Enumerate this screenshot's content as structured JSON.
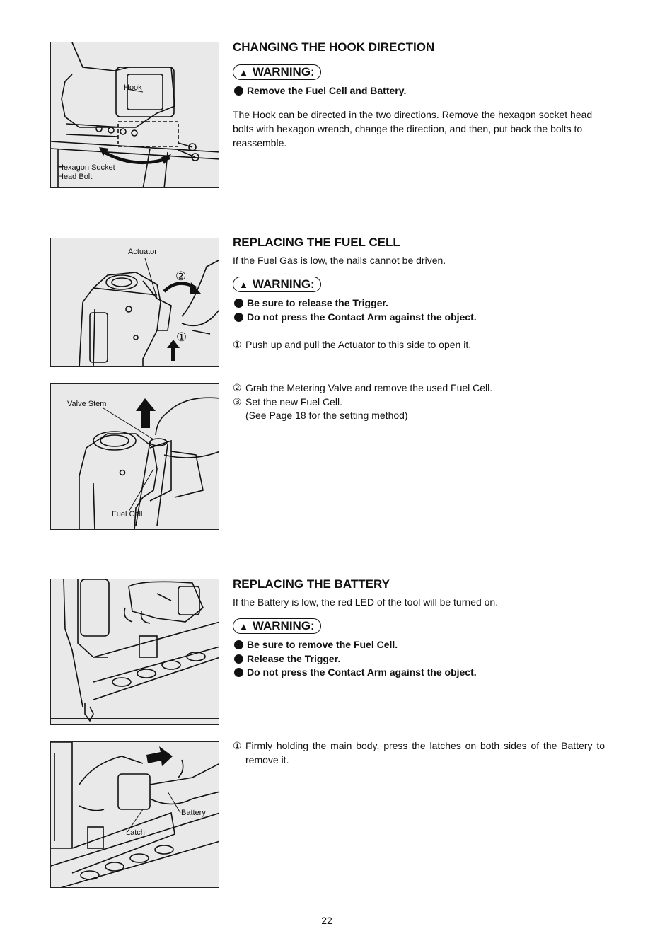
{
  "hook": {
    "title": "CHANGING THE HOOK DIRECTION",
    "warning_label": "WARNING:",
    "bullets": [
      "Remove the Fuel Cell and Battery."
    ],
    "body": "The Hook can be directed in the two directions. Remove the hexagon socket head bolts with hexagon wrench, change the direction, and then, put back the bolts to reassemble.",
    "figure": {
      "callouts": [
        "Hook",
        "Hexagon Socket",
        "Head Bolt"
      ]
    }
  },
  "fuel": {
    "title": "REPLACING THE FUEL CELL",
    "intro": "If the Fuel Gas is low, the nails cannot be driven.",
    "warning_label": "WARNING:",
    "bullets": [
      "Be sure to release the Trigger.",
      "Do not press the Contact Arm against the object."
    ],
    "steps": [
      {
        "num": "①",
        "text": "Push up and pull the Actuator to this side to open it."
      },
      {
        "num": "②",
        "text": "Grab the Metering Valve and remove the used Fuel Cell."
      },
      {
        "num": "③",
        "text": "Set the new Fuel Cell."
      }
    ],
    "step3_note": "(See Page 18 for the setting method)",
    "figure1": {
      "callouts": [
        "Actuator",
        "②",
        "①"
      ]
    },
    "figure2": {
      "callouts": [
        "Valve Stem",
        "Fuel Cell"
      ]
    }
  },
  "battery": {
    "title": "REPLACING THE BATTERY",
    "intro": "If the Battery is low, the red LED of the tool will be turned on.",
    "warning_label": "WARNING:",
    "bullets": [
      "Be sure to remove the Fuel Cell.",
      "Release the Trigger.",
      "Do not press the Contact Arm against the object."
    ],
    "steps": [
      {
        "num": "①",
        "text": "Firmly holding the main body, press the latches on both sides of the Battery to remove it."
      }
    ],
    "figure2": {
      "callouts": [
        "Battery",
        "Latch"
      ]
    }
  },
  "page_number": "22",
  "icons": [
    "warning-triangle-icon",
    "bullet-dot-icon"
  ]
}
